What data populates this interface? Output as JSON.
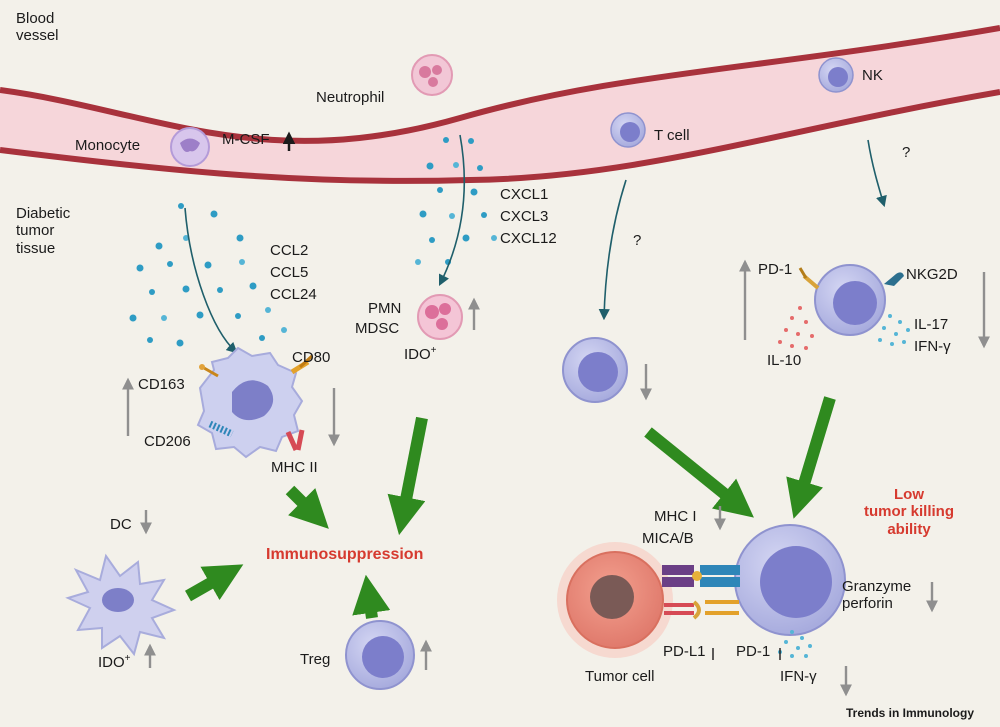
{
  "regions": {
    "blood_vessel": "Blood\nvessel",
    "tissue": "Diabetic\ntumor\ntissue"
  },
  "cells": {
    "monocyte": "Monocyte",
    "neutrophil": "Neutrophil",
    "t_cell": "T cell",
    "nk": "NK",
    "dc": "DC",
    "treg": "Treg",
    "tumor_cell": "Tumor cell",
    "pmn": "PMN",
    "mdsc": "MDSC"
  },
  "markers": {
    "m_csf": "M-CSF",
    "ccl2": "CCL2",
    "ccl5": "CCL5",
    "ccl24": "CCL24",
    "cxcl1": "CXCL1",
    "cxcl3": "CXCL3",
    "cxcl12": "CXCL12",
    "cd163": "CD163",
    "cd80": "CD80",
    "cd206": "CD206",
    "mhc_ii": "MHC II",
    "ido_pmn": "IDO",
    "ido_dc": "IDO",
    "ido_sup": "+",
    "pd1_nk": "PD-1",
    "nkg2d": "NKG2D",
    "il17": "IL-17",
    "ifng_nk": "IFN-γ",
    "il10": "IL-10",
    "mhc_i": "MHC I",
    "mica_b": "MICA/B",
    "granzyme": "Granzyme\nperforin",
    "pd_l1": "PD-L1",
    "pd_1_t": "PD-1",
    "ifng_t": "IFN-γ"
  },
  "outcomes": {
    "immunosuppression": "Immunosuppression",
    "low_killing": "Low\ntumor killing\nability"
  },
  "unknowns": {
    "q_tcell": "?",
    "q_nk": "?"
  },
  "credit": "Trends in Immunology",
  "colors": {
    "vessel": "#f7d9dc",
    "vessel_wall": "#a8323c",
    "lymphocyte": "#b9bde8",
    "nucleus": "#6f6fc4",
    "green_arrow": "#2f8a1f",
    "alert_red": "#d63a2f",
    "chemokine": "#2e9cc4"
  }
}
